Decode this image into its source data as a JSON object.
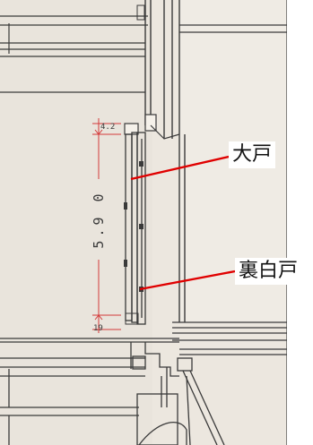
{
  "drawing": {
    "paper_color": "#ece7df",
    "line_color": "#3a3a3a",
    "dimension_color": "#d43a3a",
    "dimension": {
      "main_value": "5.9 0",
      "top_small": "4.2",
      "bottom_small": "19"
    }
  },
  "callouts": {
    "color": "#e00000",
    "upper_label": "大戸",
    "lower_label": "裏白戸"
  }
}
